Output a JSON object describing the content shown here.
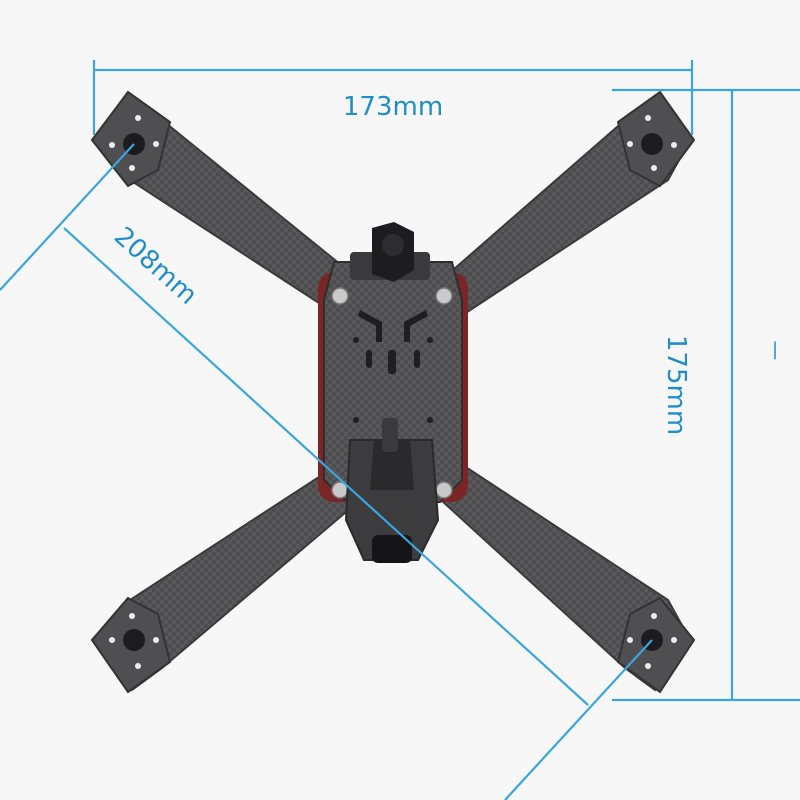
{
  "colors": {
    "background": "#f7f7f7",
    "dimension": "#1f8fc9",
    "carbon": "#4a4a4c",
    "carbon_dark": "#2e2e30",
    "accent_red": "#9b2a2a"
  },
  "dimensions": {
    "width_label": "173mm",
    "height_label": "175mm",
    "diagonal_label": "208mm",
    "tick_mark": "|"
  }
}
